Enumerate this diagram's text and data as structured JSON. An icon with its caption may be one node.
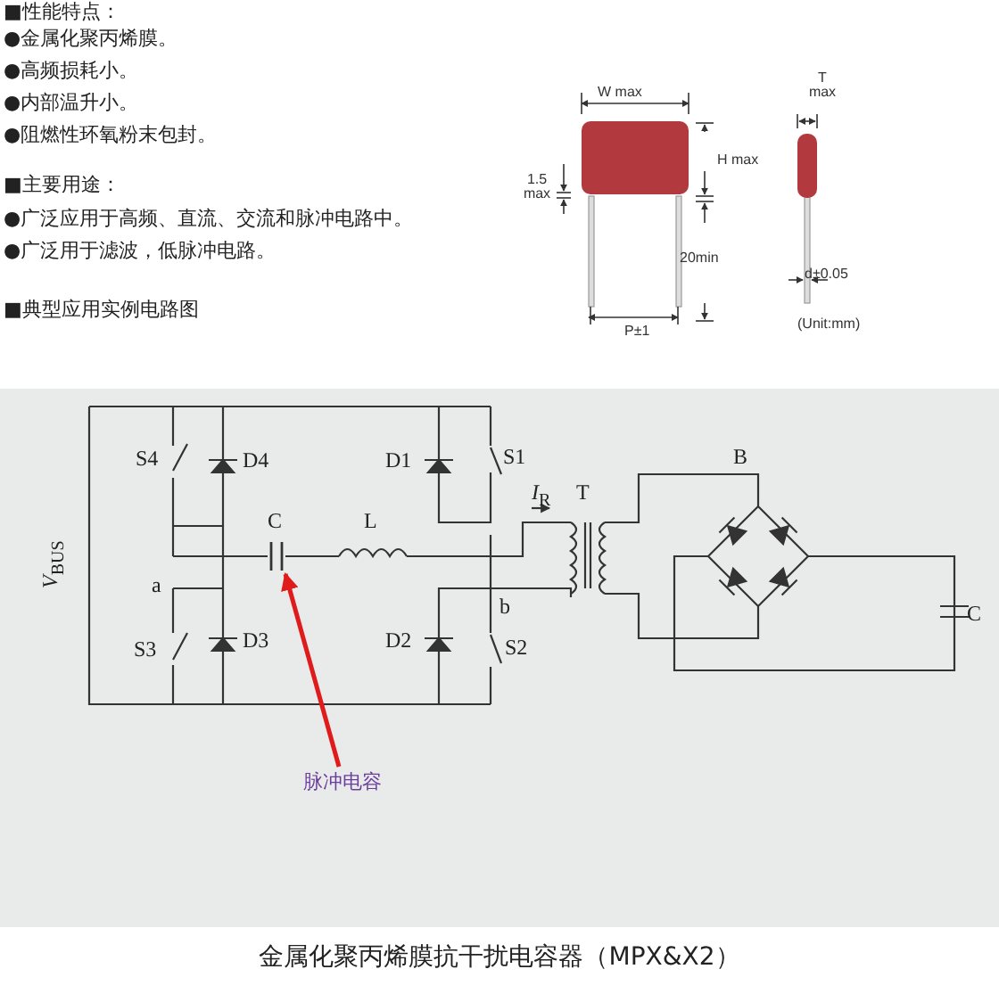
{
  "diagram": {
    "caption": "金属化聚丙烯膜抗干扰电容器（MPX&X2）",
    "nodes": [
      {
        "text": [
          "脉冲电容"
        ]
      },
      {
        "text": [],
        "shape": "picture",
        "beside": [
          "C"
        ]
      }
    ],
    "edges": [
      {
        "from": 0,
        "to": 1,
        "arrow": "to",
        "color": "#e01b1b"
      }
    ],
    "labels": [
      "■性能特点：",
      "●金属化聚丙烯膜。",
      "●高频损耗小。",
      "●内部温升小。",
      "●阻燃性环氧粉末包封。",
      "■主要用途：",
      "●广泛应用于高频、直流、交流和脉冲电路中。",
      "●广泛用于滤波，低脉冲电路。",
      "■典型应用实例电路图",
      "W max",
      "T max",
      "H max",
      "1.5 max",
      "20min",
      "d±0.05",
      "P±1",
      "(Unit:mm)",
      "S4",
      "D4",
      "D1",
      "S1",
      "B",
      "*I*$_{R}$",
      "T",
      "L",
      "*V*$_{BUS}$",
      "a",
      "b",
      "S3",
      "D3",
      "D2",
      "S2",
      "C"
    ]
  }
}
